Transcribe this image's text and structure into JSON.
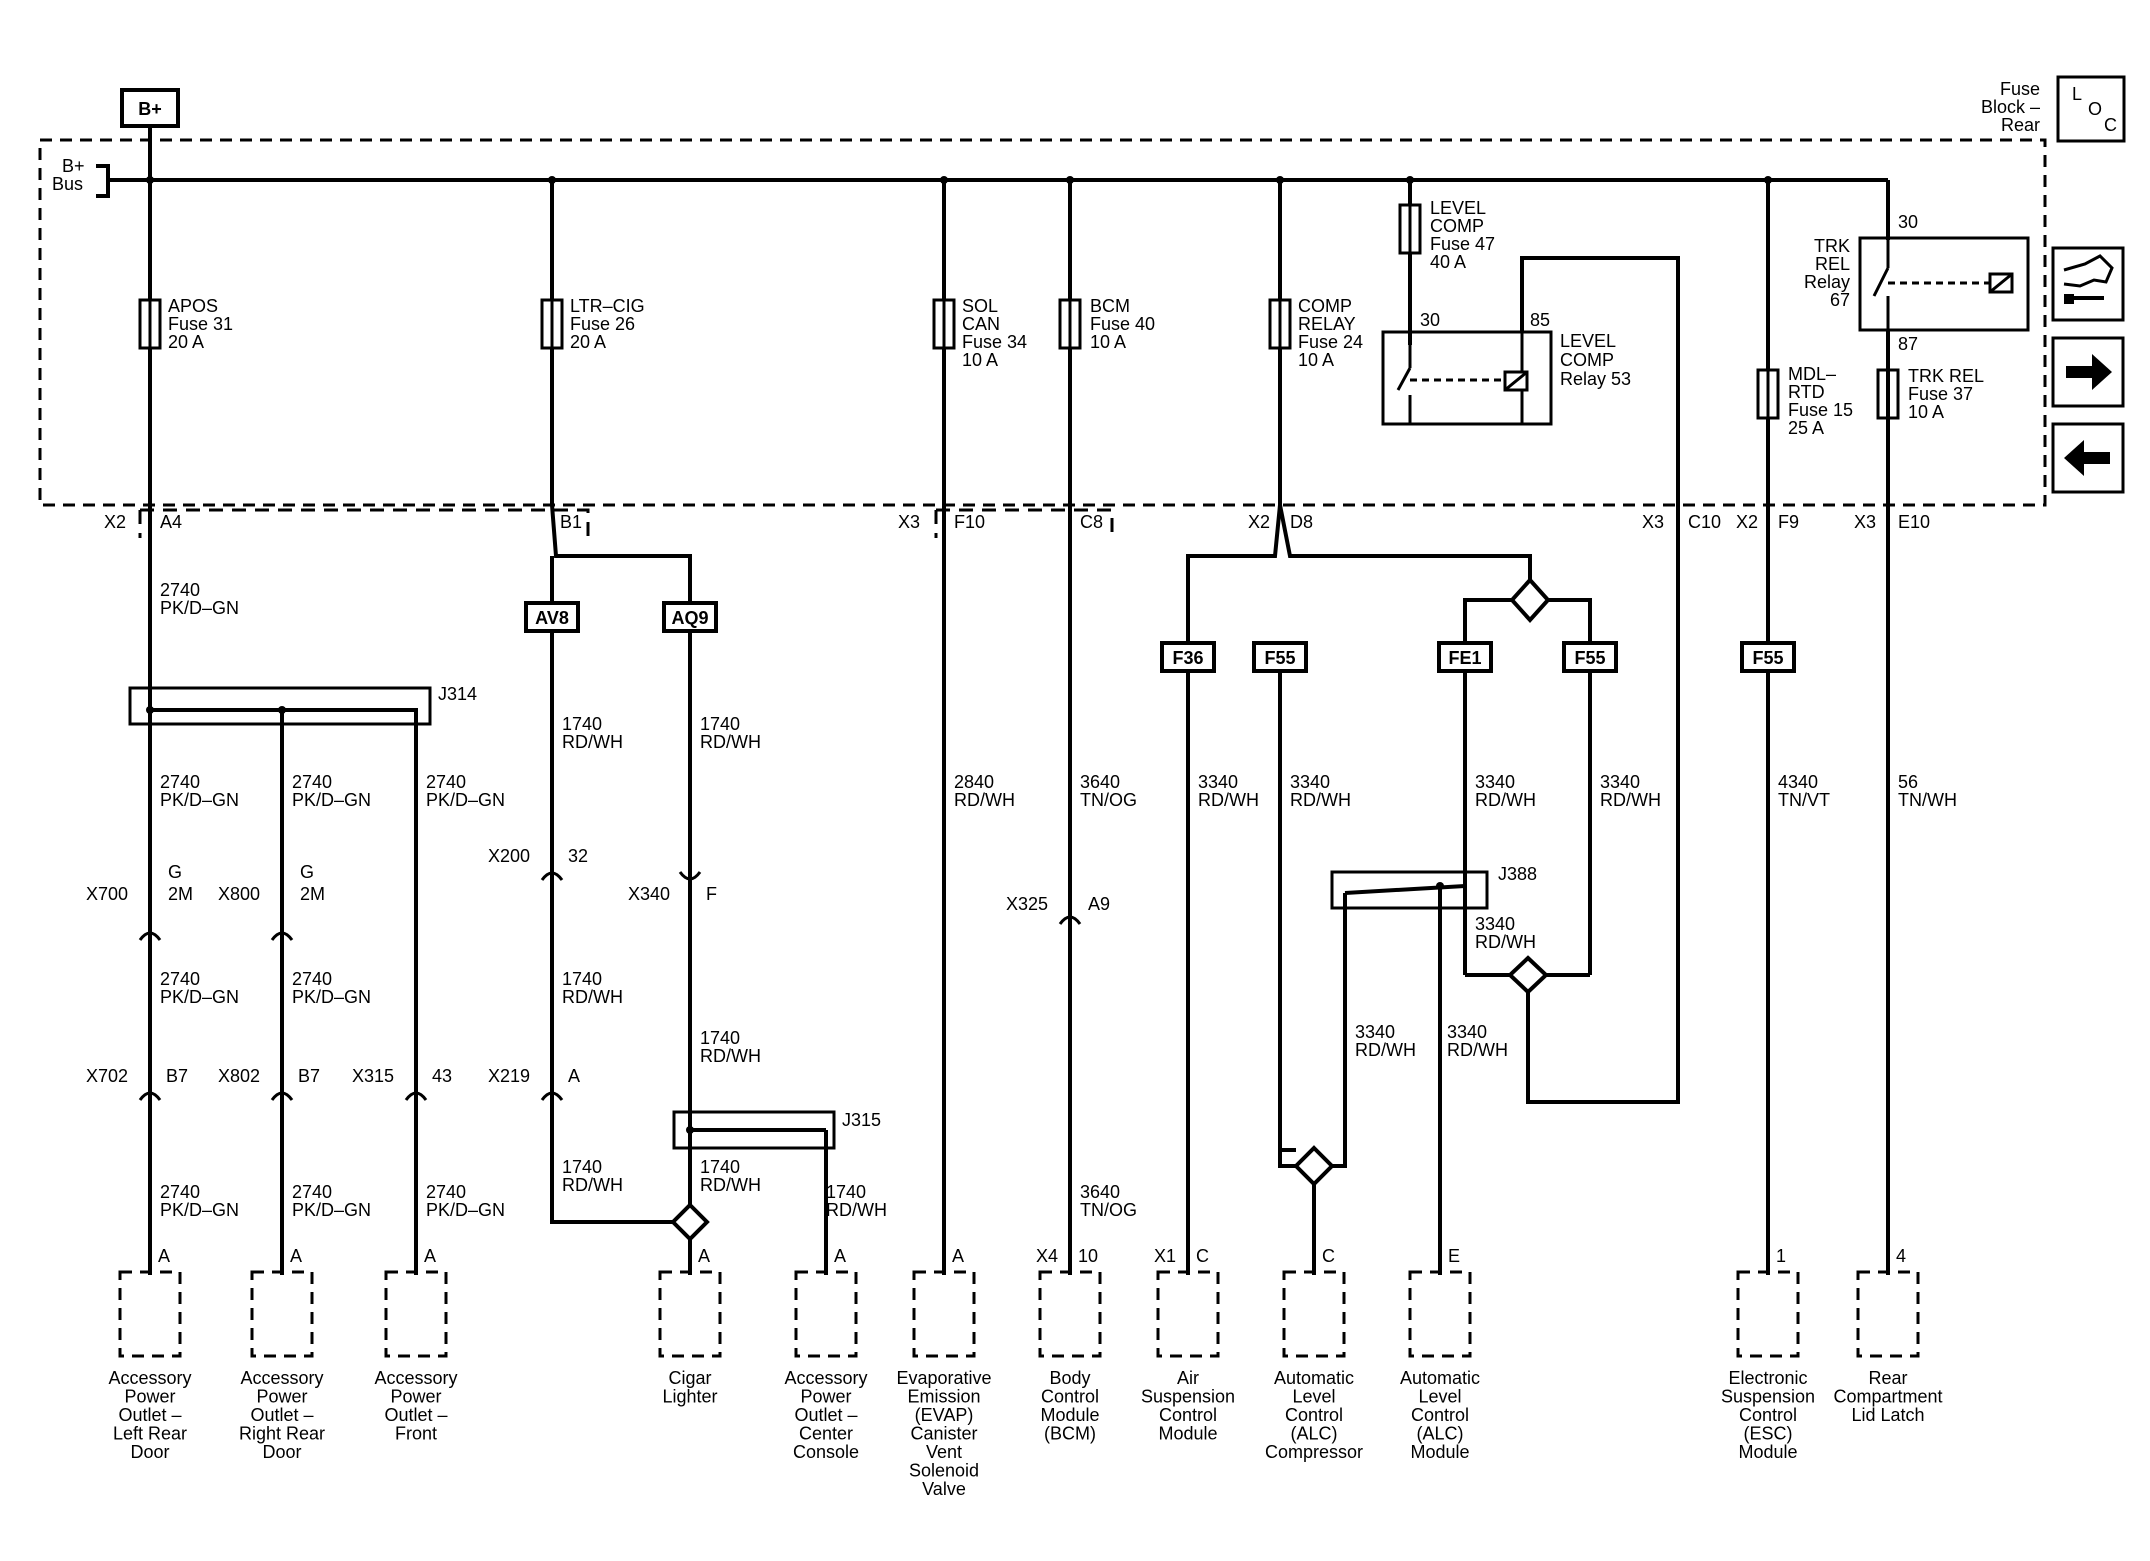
{
  "header": {
    "battery_label": "B+",
    "fuse_block_label_1": "Fuse",
    "fuse_block_label_2": "Block –",
    "fuse_block_label_3": "Rear",
    "loc_l": "L",
    "loc_o": "O",
    "loc_c": "C",
    "bus_label_1": "B+",
    "bus_label_2": "Bus"
  },
  "fuses": {
    "apos": [
      "APOS",
      "Fuse 31",
      "20 A"
    ],
    "ltrcig": [
      "LTR–CIG",
      "Fuse 26",
      "20 A"
    ],
    "solcan": [
      "SOL",
      "CAN",
      "Fuse 34",
      "10 A"
    ],
    "bcm": [
      "BCM",
      "Fuse 40",
      "10 A"
    ],
    "comp": [
      "COMP",
      "RELAY",
      "Fuse 24",
      "10 A"
    ],
    "level": [
      "LEVEL",
      "COMP",
      "Fuse 47",
      "40 A"
    ],
    "mdl": [
      "MDL–",
      "RTD",
      "Fuse 15",
      "25 A"
    ],
    "trkrel": [
      "TRK REL",
      "Fuse 37",
      "10 A"
    ]
  },
  "relays": {
    "level": {
      "label": [
        "LEVEL",
        "COMP",
        "Relay 53"
      ],
      "pin30": "30",
      "pin85": "85"
    },
    "trk": {
      "label": [
        "TRK",
        "REL",
        "Relay",
        "67"
      ],
      "pin30": "30",
      "pin87": "87"
    }
  },
  "connectors": {
    "x2a4": [
      "X2",
      "A4"
    ],
    "b1": "B1",
    "x3f10": [
      "X3",
      "F10"
    ],
    "c8": "C8",
    "x2d8": [
      "X2",
      "D8"
    ],
    "x3c10": [
      "X3",
      "C10"
    ],
    "x2f9": [
      "X2",
      "F9"
    ],
    "x3e10": [
      "X3",
      "E10"
    ]
  },
  "splices": {
    "av8": "AV8",
    "aq9": "AQ9",
    "f36": "F36",
    "f55a": "F55",
    "fe1": "FE1",
    "f55b": "F55",
    "f55c": "F55",
    "j314": "J314",
    "j315": "J315",
    "j388": "J388"
  },
  "wires": {
    "w1": [
      "2740",
      "PK/D–GN"
    ],
    "w1740": [
      "1740",
      "RD/WH"
    ],
    "w2840": [
      "2840",
      "RD/WH"
    ],
    "w3640": [
      "3640",
      "TN/OG"
    ],
    "w3340": [
      "3340",
      "RD/WH"
    ],
    "w4340": [
      "4340",
      "TN/VT"
    ],
    "w56": [
      "56",
      "TN/WH"
    ]
  },
  "inline_connectors": {
    "x700": [
      "X700",
      "G",
      "2M"
    ],
    "x800": [
      "X800",
      "G",
      "2M"
    ],
    "x702": [
      "X702",
      "B7"
    ],
    "x802": [
      "X802",
      "B7"
    ],
    "x315": [
      "X315",
      "43"
    ],
    "x200": [
      "X200",
      "32"
    ],
    "x219": [
      "X219",
      "A"
    ],
    "x340": [
      "X340",
      "F"
    ],
    "x325": [
      "X325",
      "A9"
    ]
  },
  "pins": {
    "p_a": "A",
    "x4": "X4",
    "p10": "10",
    "x1": "X1",
    "p_c": "C",
    "p_e": "E",
    "p1": "1",
    "p4": "4"
  },
  "components": [
    [
      "Accessory",
      "Power",
      "Outlet –",
      "Left Rear",
      "Door"
    ],
    [
      "Accessory",
      "Power",
      "Outlet –",
      "Right Rear",
      "Door"
    ],
    [
      "Accessory",
      "Power",
      "Outlet –",
      "Front"
    ],
    [
      "Cigar",
      "Lighter"
    ],
    [
      "Accessory",
      "Power",
      "Outlet –",
      "Center",
      "Console"
    ],
    [
      "Evaporative",
      "Emission",
      "(EVAP)",
      "Canister",
      "Vent",
      "Solenoid",
      "Valve"
    ],
    [
      "Body",
      "Control",
      "Module",
      "(BCM)"
    ],
    [
      "Air",
      "Suspension",
      "Control",
      "Module"
    ],
    [
      "Automatic",
      "Level",
      "Control",
      "(ALC)",
      "Compressor"
    ],
    [
      "Automatic",
      "Level",
      "Control",
      "(ALC)",
      "Module"
    ],
    [
      "Electronic",
      "Suspension",
      "Control",
      "(ESC)",
      "Module"
    ],
    [
      "Rear",
      "Compartment",
      "Lid Latch"
    ]
  ]
}
